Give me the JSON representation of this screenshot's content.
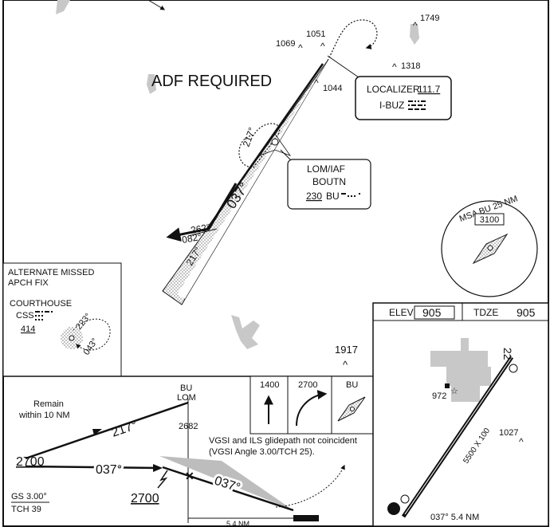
{
  "plan_view": {
    "adf_required": "ADF REQUIRED",
    "localizer": {
      "label": "LOCALIZER",
      "freq": "111.7",
      "ident": "I-BUZ"
    },
    "lom": {
      "label": "LOM/IAF",
      "name": "BOUTN",
      "freq": "230",
      "ident": "BU"
    },
    "courses": {
      "inbound": "037°",
      "outbound": "217°",
      "procedure_turn_out": "262°",
      "procedure_turn_in": "082°"
    },
    "holding_radial": "217°",
    "obstacles": [
      {
        "elev": "1749"
      },
      {
        "elev": "1051"
      },
      {
        "elev": "1069"
      },
      {
        "elev": "1318"
      },
      {
        "elev": "1044"
      },
      {
        "elev": "1917"
      }
    ],
    "msa": {
      "label": "MSA BU 25 NM",
      "altitude": "3100"
    },
    "alternate_missed": {
      "title_line1": "ALTERNATE MISSED",
      "title_line2": "APCH FIX",
      "name": "COURTHOUSE",
      "ident": "CSS",
      "freq": "414",
      "course_out": "223°",
      "course_in": "043°"
    }
  },
  "profile": {
    "remain_line1": "Remain",
    "remain_line2": "within 10 NM",
    "fix_line1": "BU",
    "fix_line2": "LOM",
    "fix_alt": "2682",
    "outbound": "217°",
    "inbound": "037°",
    "glidepath_course": "037°",
    "alt_left": "2700",
    "alt_lower": "2700",
    "gs": "GS 3.00°",
    "tch": "TCH 39",
    "vgsi_note_line1": "VGSI and ILS glidepath not coincident",
    "vgsi_note_line2": "(VGSI Angle 3.00/TCH 25).",
    "distance": "5.4 NM"
  },
  "missed_approach_icons": [
    {
      "label": "1400"
    },
    {
      "label": "2700"
    },
    {
      "label": "BU"
    }
  ],
  "airport": {
    "elev_label": "ELEV",
    "elev": "905",
    "tdze_label": "TDZE",
    "tdze": "905",
    "runway_num": "22",
    "runway_dims": "5500 X 100",
    "obstacle_972": "972",
    "obstacle_1027": "1027",
    "fac_to_thr": "037° 5.4 NM"
  }
}
